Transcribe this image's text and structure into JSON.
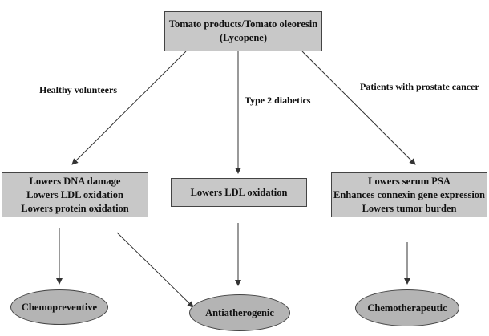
{
  "colors": {
    "box_fill": "#c8c8c8",
    "ellipse_fill": "#b4b4b4",
    "stroke": "#444444",
    "text": "#111111"
  },
  "root": {
    "lines": [
      "Tomato products/Tomato oleoresin",
      "(Lycopene)"
    ]
  },
  "populations": {
    "healthy": "Healthy volunteers",
    "diabetics": "Type 2 diabetics",
    "prostate": "Patients with prostate cancer"
  },
  "effects": {
    "healthy": {
      "lines": [
        "Lowers DNA damage",
        "Lowers LDL oxidation",
        "Lowers protein oxidation"
      ]
    },
    "diabetics": {
      "lines": [
        "Lowers LDL oxidation"
      ]
    },
    "prostate": {
      "lines": [
        "Lowers serum PSA",
        "Enhances connexin gene expression",
        "Lowers tumor burden"
      ]
    }
  },
  "outcomes": {
    "chemopreventive": "Chemopreventive",
    "antiatherogenic": "Antiatherogenic",
    "chemotherapeutic": "Chemotherapeutic"
  }
}
